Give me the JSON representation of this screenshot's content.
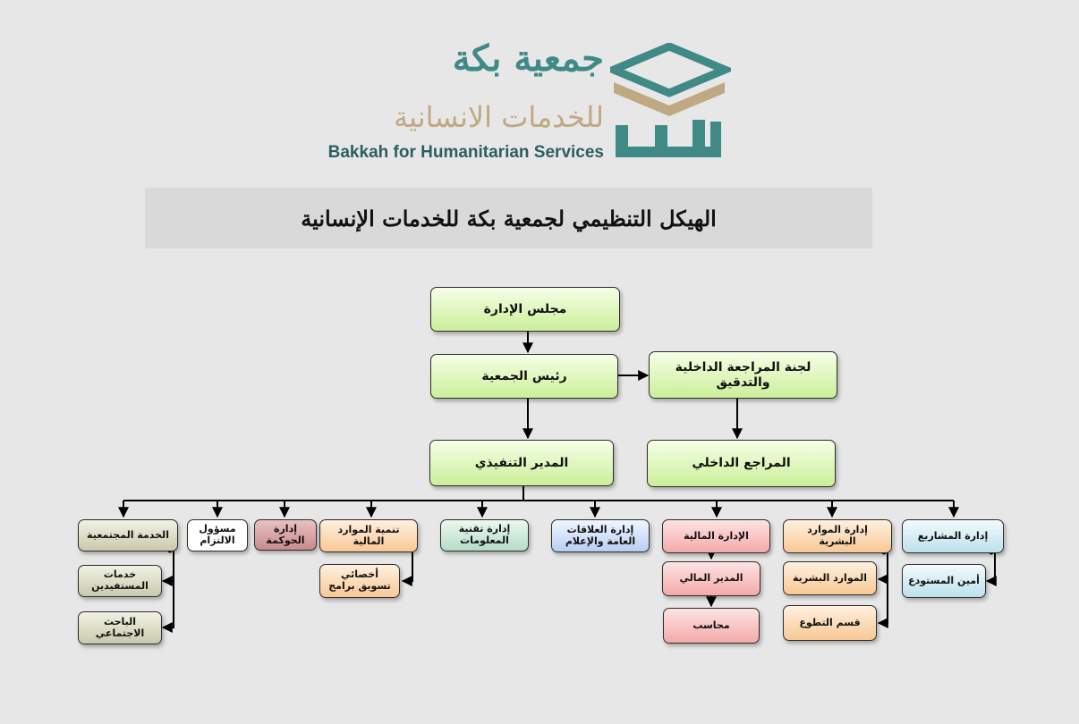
{
  "logo": {
    "arabic_line1": "جمعية بكة",
    "arabic_line2": "للخدمات الانسانية",
    "english": "Bakkah for Humanitarian Services",
    "colors": {
      "teal": "#3f8a86",
      "tan": "#c0a883"
    }
  },
  "title": "الهيكل التنظيمي لجمعية بكة للخدمات الإنسانية",
  "nodes": {
    "board": "مجلس الإدارة",
    "president": "رئيس الجمعية",
    "audit_committee": "لجنة المراجعة الداخلية والتدقيق",
    "internal_auditor": "المراجع الداخلي",
    "executive_director": "المدير التنفيذي",
    "projects": "إدارة المشاريع",
    "warehouse_keeper": "أمين المستودع",
    "hr": "إدارة الموارد البشرية",
    "hr_unit": "الموارد البشرية",
    "volunteering": "قسم التطوع",
    "finance": "الإدارة المالية",
    "finance_manager": "المدير المالي",
    "accountant": "محاسب",
    "pr_media": "إدارة العلاقات العامة والإعلام",
    "it": "إدارة تقنية المعلومات",
    "fin_resources": "تنمية الموارد المالية",
    "program_marketing": "أخصائي تسويق برامج",
    "governance": "إدارة الحوكمة",
    "compliance": "مسؤول الالتزام",
    "community": "الخدمة المجتمعية",
    "beneficiary_services": "خدمات المستفيدين",
    "social_researcher": "الباحث الاجتماعي"
  }
}
